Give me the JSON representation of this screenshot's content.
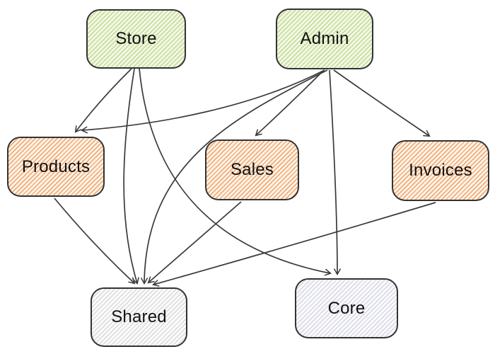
{
  "diagram": {
    "type": "dependency-graph",
    "nodes": [
      {
        "id": "store",
        "label": "Store",
        "fill": "green"
      },
      {
        "id": "admin",
        "label": "Admin",
        "fill": "green"
      },
      {
        "id": "products",
        "label": "Products",
        "fill": "orange"
      },
      {
        "id": "sales",
        "label": "Sales",
        "fill": "orange"
      },
      {
        "id": "invoices",
        "label": "Invoices",
        "fill": "orange"
      },
      {
        "id": "shared",
        "label": "Shared",
        "fill": "gray"
      },
      {
        "id": "core",
        "label": "Core",
        "fill": "bluegray"
      }
    ],
    "edges": [
      {
        "source": "store",
        "target": "products"
      },
      {
        "source": "store",
        "target": "shared"
      },
      {
        "source": "store",
        "target": "core"
      },
      {
        "source": "admin",
        "target": "products"
      },
      {
        "source": "admin",
        "target": "sales"
      },
      {
        "source": "admin",
        "target": "invoices"
      },
      {
        "source": "admin",
        "target": "core"
      },
      {
        "source": "admin",
        "target": "shared"
      },
      {
        "source": "products",
        "target": "shared"
      },
      {
        "source": "sales",
        "target": "shared"
      },
      {
        "source": "invoices",
        "target": "shared"
      }
    ],
    "colors": {
      "edge": "#3a3a3a",
      "node_border": "#333333",
      "label_text": "#111111",
      "fills": {
        "green": {
          "stripe": "#c8dd9a",
          "bg": "#f3f8e8"
        },
        "orange": {
          "stripe": "#f0ad78",
          "bg": "#fdf4ea"
        },
        "gray": {
          "stripe": "#dedede",
          "bg": "#fcfcfc"
        },
        "bluegray": {
          "stripe": "#dadbe6",
          "bg": "#fbfbfd"
        }
      }
    }
  }
}
